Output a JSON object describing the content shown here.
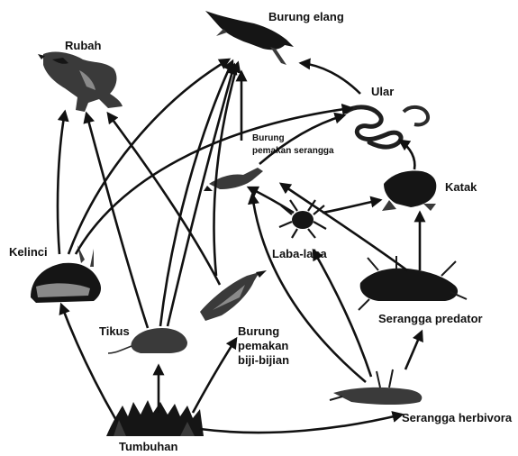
{
  "organisms": {
    "burung_elang": "Burung elang",
    "rubah": "Rubah",
    "ular": "Ular",
    "burung_pemakan_serangga": [
      "Burung",
      "pemakan serangga"
    ],
    "katak": "Katak",
    "kelinci": "Kelinci",
    "laba_laba": "Laba-laba",
    "serangga_predator": "Serangga predator",
    "tikus": "Tikus",
    "burung_pemakan_biji": [
      "Burung",
      "pemakan",
      "biji-bijian"
    ],
    "tumbuhan": "Tumbuhan",
    "serangga_herbivora": "Serangga herbivora"
  }
}
